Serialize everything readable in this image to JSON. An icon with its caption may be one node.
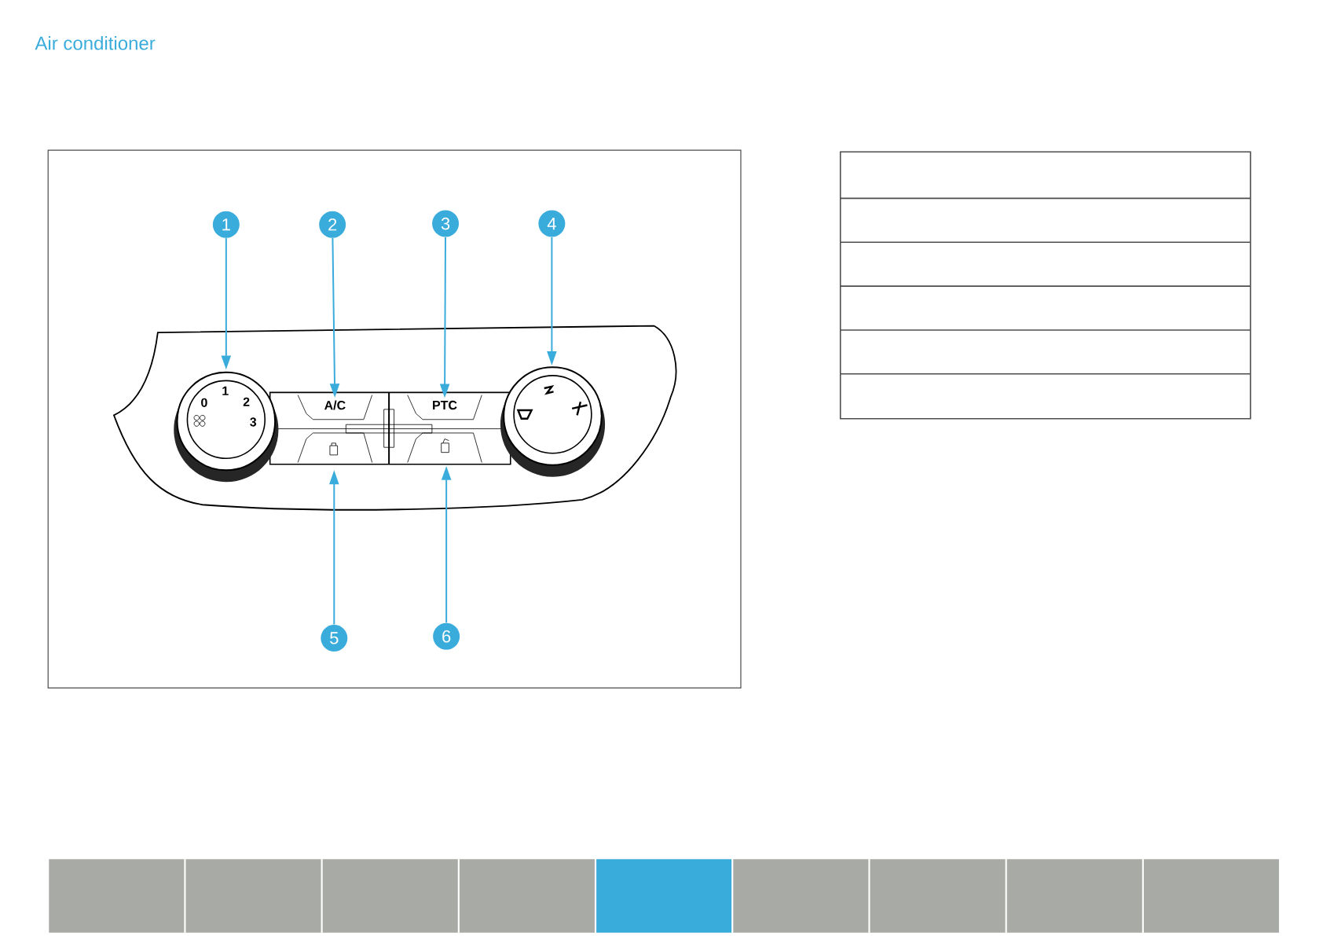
{
  "diagram": {
    "title": "Air conditioner",
    "nodes": [
      {
        "text": [
          "1"
        ]
      },
      {
        "text": [
          "2"
        ]
      },
      {
        "text": [
          "3"
        ]
      },
      {
        "text": [
          "4"
        ]
      },
      {
        "text": [
          "5"
        ]
      },
      {
        "text": [
          "6"
        ]
      },
      {
        "text": [
          "A/C"
        ]
      },
      {
        "text": [
          "PTC"
        ]
      }
    ],
    "edges": [
      {
        "from": 0,
        "to": null,
        "arrow": "to"
      },
      {
        "from": 1,
        "to": 6,
        "arrow": "to"
      },
      {
        "from": 2,
        "to": 7,
        "arrow": "to"
      },
      {
        "from": 3,
        "to": null,
        "arrow": "to"
      },
      {
        "from": 4,
        "to": null,
        "arrow": "to"
      },
      {
        "from": 5,
        "to": null,
        "arrow": "to"
      }
    ],
    "labels": [
      "1",
      "0",
      "2",
      "3"
    ]
  }
}
